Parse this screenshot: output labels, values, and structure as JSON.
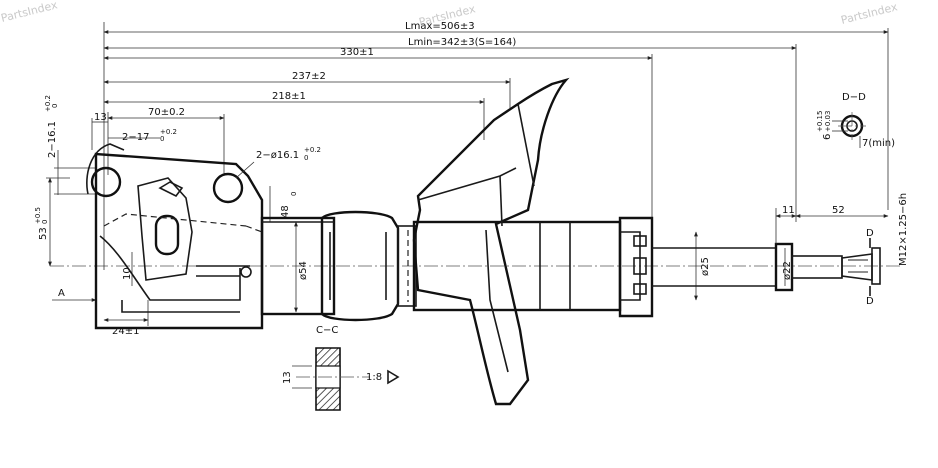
{
  "watermark": "PartsIndex",
  "dimensions": {
    "lmax": "Lmax=506±3",
    "lmin": "Lmin=342±3(S=164)",
    "d330": "330±1",
    "d237": "237±2",
    "d218": "218±1",
    "d70": "70±0.2",
    "d13": "13",
    "hole2": "2−17",
    "hole2_tol": "+0.2",
    "hole2_tol_low": "0",
    "h161": "2−16.1",
    "h161_tol": "+0.2",
    "h161_tol_low": "0",
    "phi161": "2−ø16.1",
    "phi161_tol": "+0.2",
    "phi161_tol_low": "0",
    "d48": "48",
    "d48_tol": "0",
    "d53": "53",
    "d53_tol": "+0.5",
    "d53_tol_low": "0",
    "d10": "10",
    "d24": "24±1",
    "phi54": "ø54",
    "phi25": "ø25",
    "phi22": "ø22",
    "d11": "11",
    "d52": "52",
    "thread": "M12×1.25−6h",
    "dd_6": "6",
    "dd_6_tol": "+0.15",
    "dd_6_tol_low": "+0.03",
    "dd_7": "7(min)",
    "cc_13": "13",
    "taper": "1:8"
  },
  "labels": {
    "section_dd": "D−D",
    "section_cc": "C−C",
    "view_a": "A",
    "cut_d_top": "D",
    "cut_d_bottom": "D"
  }
}
